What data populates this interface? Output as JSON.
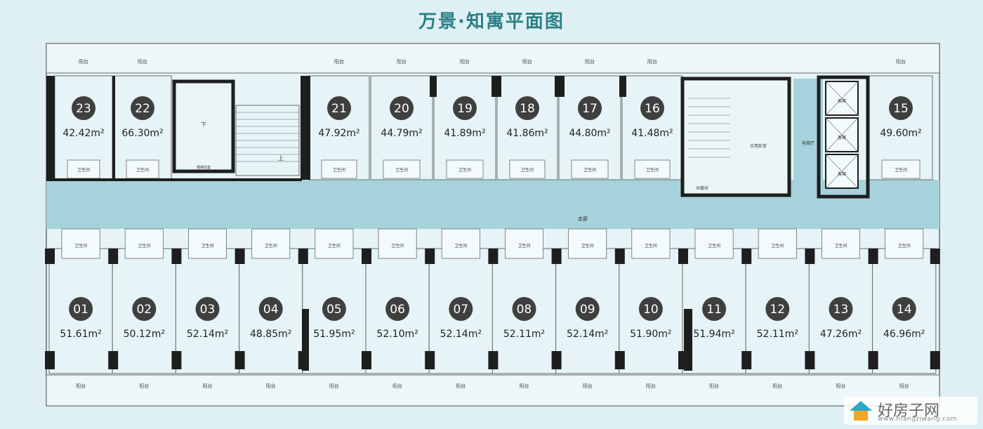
{
  "title": "万景·知寓平面图",
  "colors": {
    "room": "#e6f4f7",
    "corridor": "#a6d3db",
    "wall": "#1e1e1e",
    "line": "#6a6a6a",
    "badge": "#3f3f3f",
    "title": "#2b7f86"
  },
  "labels": {
    "balcony": "阳台",
    "bathroom": "卫生间",
    "corridor": "走廊",
    "water_well": "水暖井",
    "elevator": "客梯",
    "elevator_hall": "电梯厅",
    "public_vestibule": "合用前室",
    "fire_vestibule": "楼梯前室",
    "down": "下",
    "up": "上"
  },
  "top_units": [
    {
      "no": "23",
      "area": "42.42m²"
    },
    {
      "no": "22",
      "area": "66.30m²"
    },
    {
      "no": "21",
      "area": "47.92m²"
    },
    {
      "no": "20",
      "area": "44.79m²"
    },
    {
      "no": "19",
      "area": "41.89m²"
    },
    {
      "no": "18",
      "area": "41.86m²"
    },
    {
      "no": "17",
      "area": "44.80m²"
    },
    {
      "no": "16",
      "area": "41.48m²"
    },
    {
      "no": "15",
      "area": "49.60m²"
    }
  ],
  "bottom_units": [
    {
      "no": "01",
      "area": "51.61m²"
    },
    {
      "no": "02",
      "area": "50.12m²"
    },
    {
      "no": "03",
      "area": "52.14m²"
    },
    {
      "no": "04",
      "area": "48.85m²"
    },
    {
      "no": "05",
      "area": "51.95m²"
    },
    {
      "no": "06",
      "area": "52.10m²"
    },
    {
      "no": "07",
      "area": "52.14m²"
    },
    {
      "no": "08",
      "area": "52.11m²"
    },
    {
      "no": "09",
      "area": "52.14m²"
    },
    {
      "no": "10",
      "area": "51.90m²"
    },
    {
      "no": "11",
      "area": "51.94m²"
    },
    {
      "no": "12",
      "area": "52.11m²"
    },
    {
      "no": "13",
      "area": "47.26m²"
    },
    {
      "no": "14",
      "area": "46.96m²"
    }
  ],
  "watermark": {
    "name": "好房子网",
    "url": "www.hfangziwang.com"
  }
}
